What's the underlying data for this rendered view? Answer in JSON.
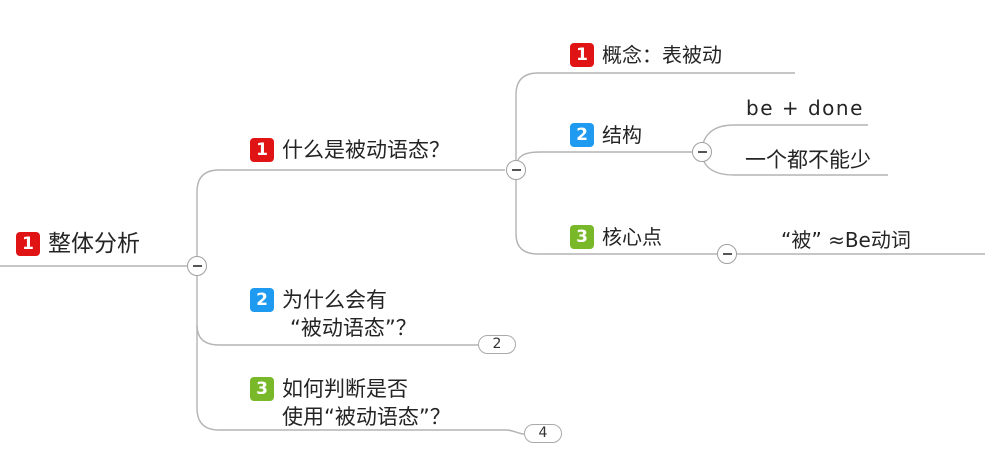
{
  "app": {
    "type": "mind-map",
    "topic_area": "passive voice grammar analysis"
  },
  "colors": {
    "priority_red": "#e01414",
    "priority_blue": "#1e9af0",
    "priority_green": "#79b829",
    "connector_gray": "#b4b4b4",
    "text": "#242424",
    "background": "#ffffff"
  },
  "icons": {
    "collapse": "minus-circle-icon",
    "priority_marker": "numbered-square-icon"
  },
  "nodes": {
    "root": {
      "badge": "1",
      "label": "整体分析"
    },
    "what_is": {
      "badge": "1",
      "label": "什么是被动语态？"
    },
    "why": {
      "badge": "2",
      "line1": "为什么会有",
      "line2": "“被动语态”？",
      "collapsed_count": "2"
    },
    "how_judge": {
      "badge": "3",
      "line1": "如何判断是否",
      "line2": "使用“被动语态”？",
      "collapsed_count": "4"
    },
    "concept": {
      "badge": "1",
      "label": "概念：表被动"
    },
    "structure": {
      "badge": "2",
      "label": "结构"
    },
    "core_point": {
      "badge": "3",
      "label": "核心点"
    },
    "be_done": {
      "label": "be + done"
    },
    "none_missing": {
      "label": "一个都不能少"
    },
    "bei_approx": {
      "label": "“被” ≈Be动词"
    }
  }
}
